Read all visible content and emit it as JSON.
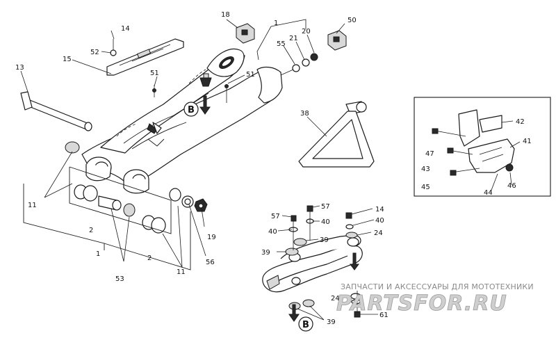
{
  "labels": {
    "l13": "13",
    "l14a": "14",
    "l52": "52",
    "l15": "15",
    "l18": "18",
    "l1a": "1",
    "l21": "21",
    "l20": "20",
    "l50": "50",
    "l55": "55",
    "l51a": "51",
    "l51b": "51",
    "l38": "38",
    "l11a": "11",
    "l11b": "11",
    "l2a": "2",
    "l2b": "2",
    "l53": "53",
    "l1b": "1",
    "l19": "19",
    "l56": "56",
    "l57a": "57",
    "l57b": "57",
    "l14b": "14",
    "l40a": "40",
    "l40b": "40",
    "l40c": "40",
    "l24a": "24",
    "l24b": "24",
    "l39a": "39",
    "l39b": "39",
    "l39c": "39",
    "l61": "61",
    "l42": "42",
    "l47": "47",
    "l41": "41",
    "l43": "43",
    "l45": "45",
    "l44": "44",
    "l46": "46"
  },
  "markers": {
    "b_upper": "B",
    "b_lower": "B"
  },
  "watermark": {
    "tagline": "ЗАПЧАСТИ И АКСЕССУАРЫ ДЛЯ МОТОТЕХНИКИ",
    "brand": "PARTSFOR.RU"
  }
}
